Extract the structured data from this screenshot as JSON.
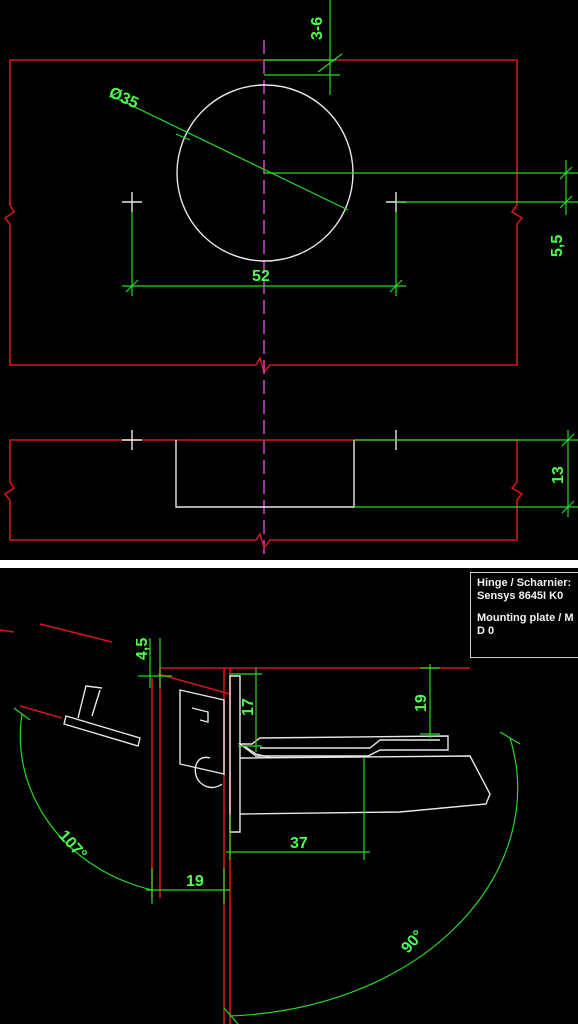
{
  "top_drawing": {
    "dims": {
      "spacing": "3-6",
      "diameter": "Ø35",
      "hole_distance": "52",
      "offset": "5,5",
      "depth": "13"
    }
  },
  "bottom_drawing": {
    "info": {
      "hinge_label": "Hinge / Scharnier:",
      "hinge_model": "Sensys 8645I K0",
      "plate_label": "Mounting plate / M",
      "plate_model": "D 0"
    },
    "dims": {
      "overlay": "4,5",
      "height": "17",
      "cup_depth": "19",
      "arm_length": "37",
      "door_thickness": "19",
      "angle_open": "107°",
      "angle_side": "90°"
    }
  }
}
